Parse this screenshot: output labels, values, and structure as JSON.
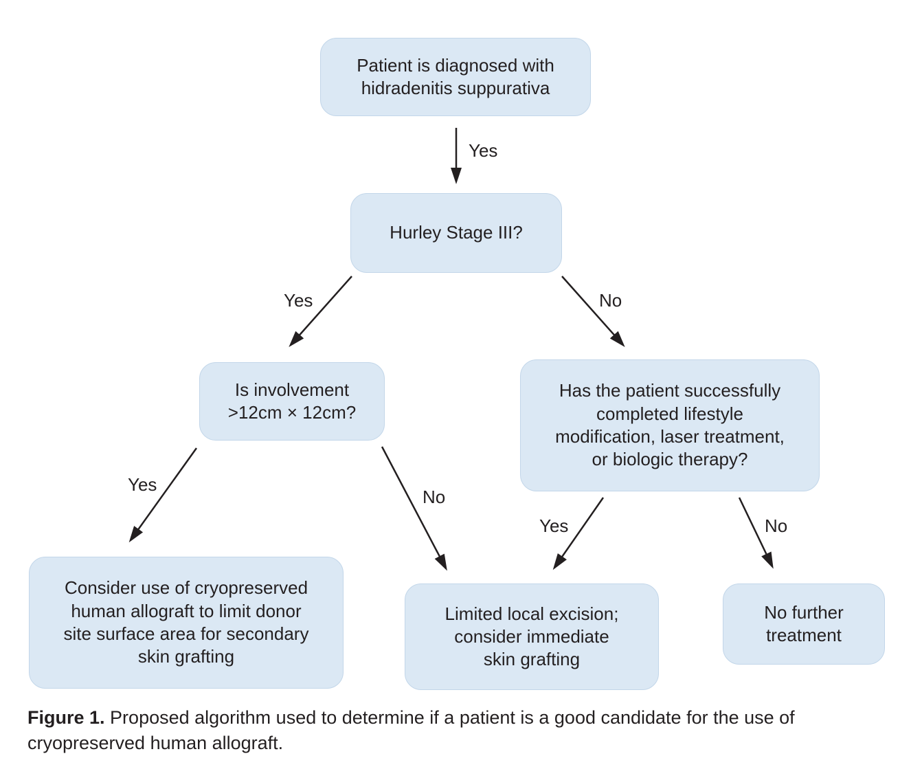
{
  "flowchart": {
    "nodes": {
      "diagnosis": {
        "text": "Patient is diagnosed with\nhidradenitis suppurativa"
      },
      "hurley": {
        "text": "Hurley Stage III?"
      },
      "involvement": {
        "text": "Is involvement\n>12cm × 12cm?"
      },
      "lifestyle": {
        "text": "Has the patient successfully\ncompleted lifestyle\nmodification, laser treatment,\nor biologic therapy?"
      },
      "allograft": {
        "text": "Consider use of cryopreserved\nhuman allograft to limit donor\nsite surface area for secondary\nskin grafting"
      },
      "excision": {
        "text": "Limited local excision;\nconsider immediate\nskin grafting"
      },
      "no_treatment": {
        "text": "No further\ntreatment"
      }
    },
    "edges": [
      {
        "from": "diagnosis",
        "to": "hurley",
        "label": "Yes"
      },
      {
        "from": "hurley",
        "to": "involvement",
        "label": "Yes"
      },
      {
        "from": "hurley",
        "to": "lifestyle",
        "label": "No"
      },
      {
        "from": "involvement",
        "to": "allograft",
        "label": "Yes"
      },
      {
        "from": "involvement",
        "to": "excision",
        "label": "No"
      },
      {
        "from": "lifestyle",
        "to": "excision",
        "label": "Yes"
      },
      {
        "from": "lifestyle",
        "to": "no_treatment",
        "label": "No"
      }
    ],
    "colors": {
      "node_fill": "#dbe8f4",
      "node_border": "#c2d6e9",
      "arrow": "#231f20",
      "text": "#231f20",
      "background": "#ffffff"
    }
  },
  "figure": {
    "caption": {
      "label": "Figure 1.",
      "text": "Proposed algorithm used to determine if a patient is a good candidate for the use of\ncryopreserved human allograft."
    }
  }
}
